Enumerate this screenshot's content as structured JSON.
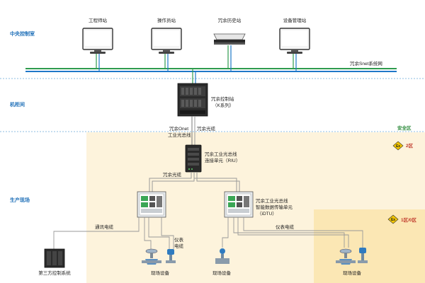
{
  "zones": {
    "control_room": "中央控制室",
    "equipment_room": "机柜间",
    "field": "生产现场",
    "safe_area": "安全区",
    "zone2": "2区",
    "zone1_0": "1区/0区"
  },
  "stations": {
    "engineer": "工程师站",
    "operator": "操作员站",
    "history": "冗余历史站",
    "device_mgmt": "设备管理站"
  },
  "network": {
    "snet": "冗余Snet系统网"
  },
  "controller": {
    "line1": "冗余控制站",
    "line2": "（K系列）"
  },
  "links": {
    "onet_line1": "冗余Onet",
    "onet_line2": "工业光总线",
    "fiber": "冗余光缆",
    "fiber2": "冗余光缆",
    "comm_cable": "通讯电缆",
    "inst_cable_line1": "仪表",
    "inst_cable_line2": "电缆",
    "inst_cable2": "仪表电缆"
  },
  "riu": {
    "line1": "冗余工业光总线",
    "line2": "连接单元（RIU）"
  },
  "idtu": {
    "line1": "冗余工业光总线",
    "line2": "智能数据传输单元",
    "line3": "（iDTU）"
  },
  "field_devices": {
    "third_party": "第三方控制系统",
    "device_a": "现场设备",
    "device_b": "现场设备",
    "device_c": "现场设备"
  },
  "colors": {
    "accent_blue": "#1e6fb8",
    "network_green": "#2e9b4e",
    "network_blue": "#1f78c8",
    "zone2_fill": "#fdf3dc",
    "zone1_fill": "#fbe7b4",
    "safe_green": "#2e8b3c",
    "hazard_red": "#c0392b"
  }
}
